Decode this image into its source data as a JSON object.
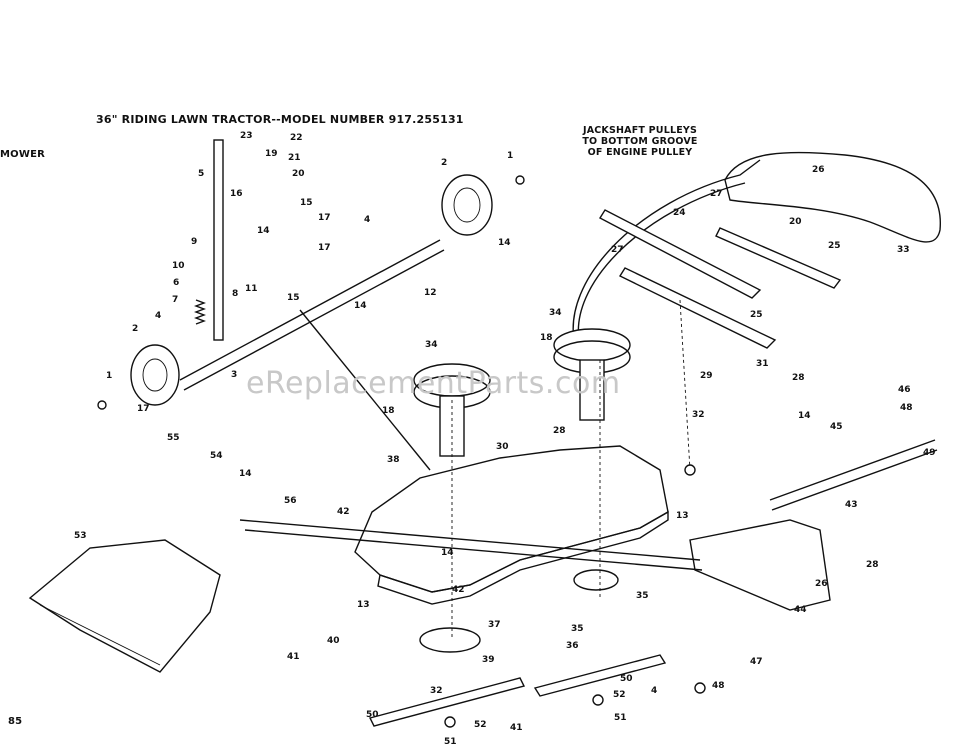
{
  "header": {
    "title": "36\" RIDING LAWN TRACTOR--MODEL NUMBER 917.255131",
    "section": "MOWER",
    "page_number": "85"
  },
  "annotation": {
    "line1": "JACKSHAFT PULLEYS",
    "line2": "TO BOTTOM GROOVE",
    "line3": "OF ENGINE PULLEY"
  },
  "watermark": "eReplacementParts.com",
  "callouts": [
    "1",
    "2",
    "3",
    "4",
    "5",
    "6",
    "7",
    "8",
    "9",
    "10",
    "11",
    "12",
    "13",
    "14",
    "15",
    "16",
    "17",
    "18",
    "19",
    "20",
    "21",
    "22",
    "23",
    "24",
    "25",
    "26",
    "27",
    "28",
    "29",
    "30",
    "31",
    "32",
    "33",
    "34",
    "35",
    "36",
    "37",
    "38",
    "39",
    "40",
    "41",
    "42",
    "43",
    "44",
    "45",
    "46",
    "47",
    "48",
    "49",
    "50",
    "51",
    "52",
    "53",
    "54",
    "55",
    "56"
  ]
}
